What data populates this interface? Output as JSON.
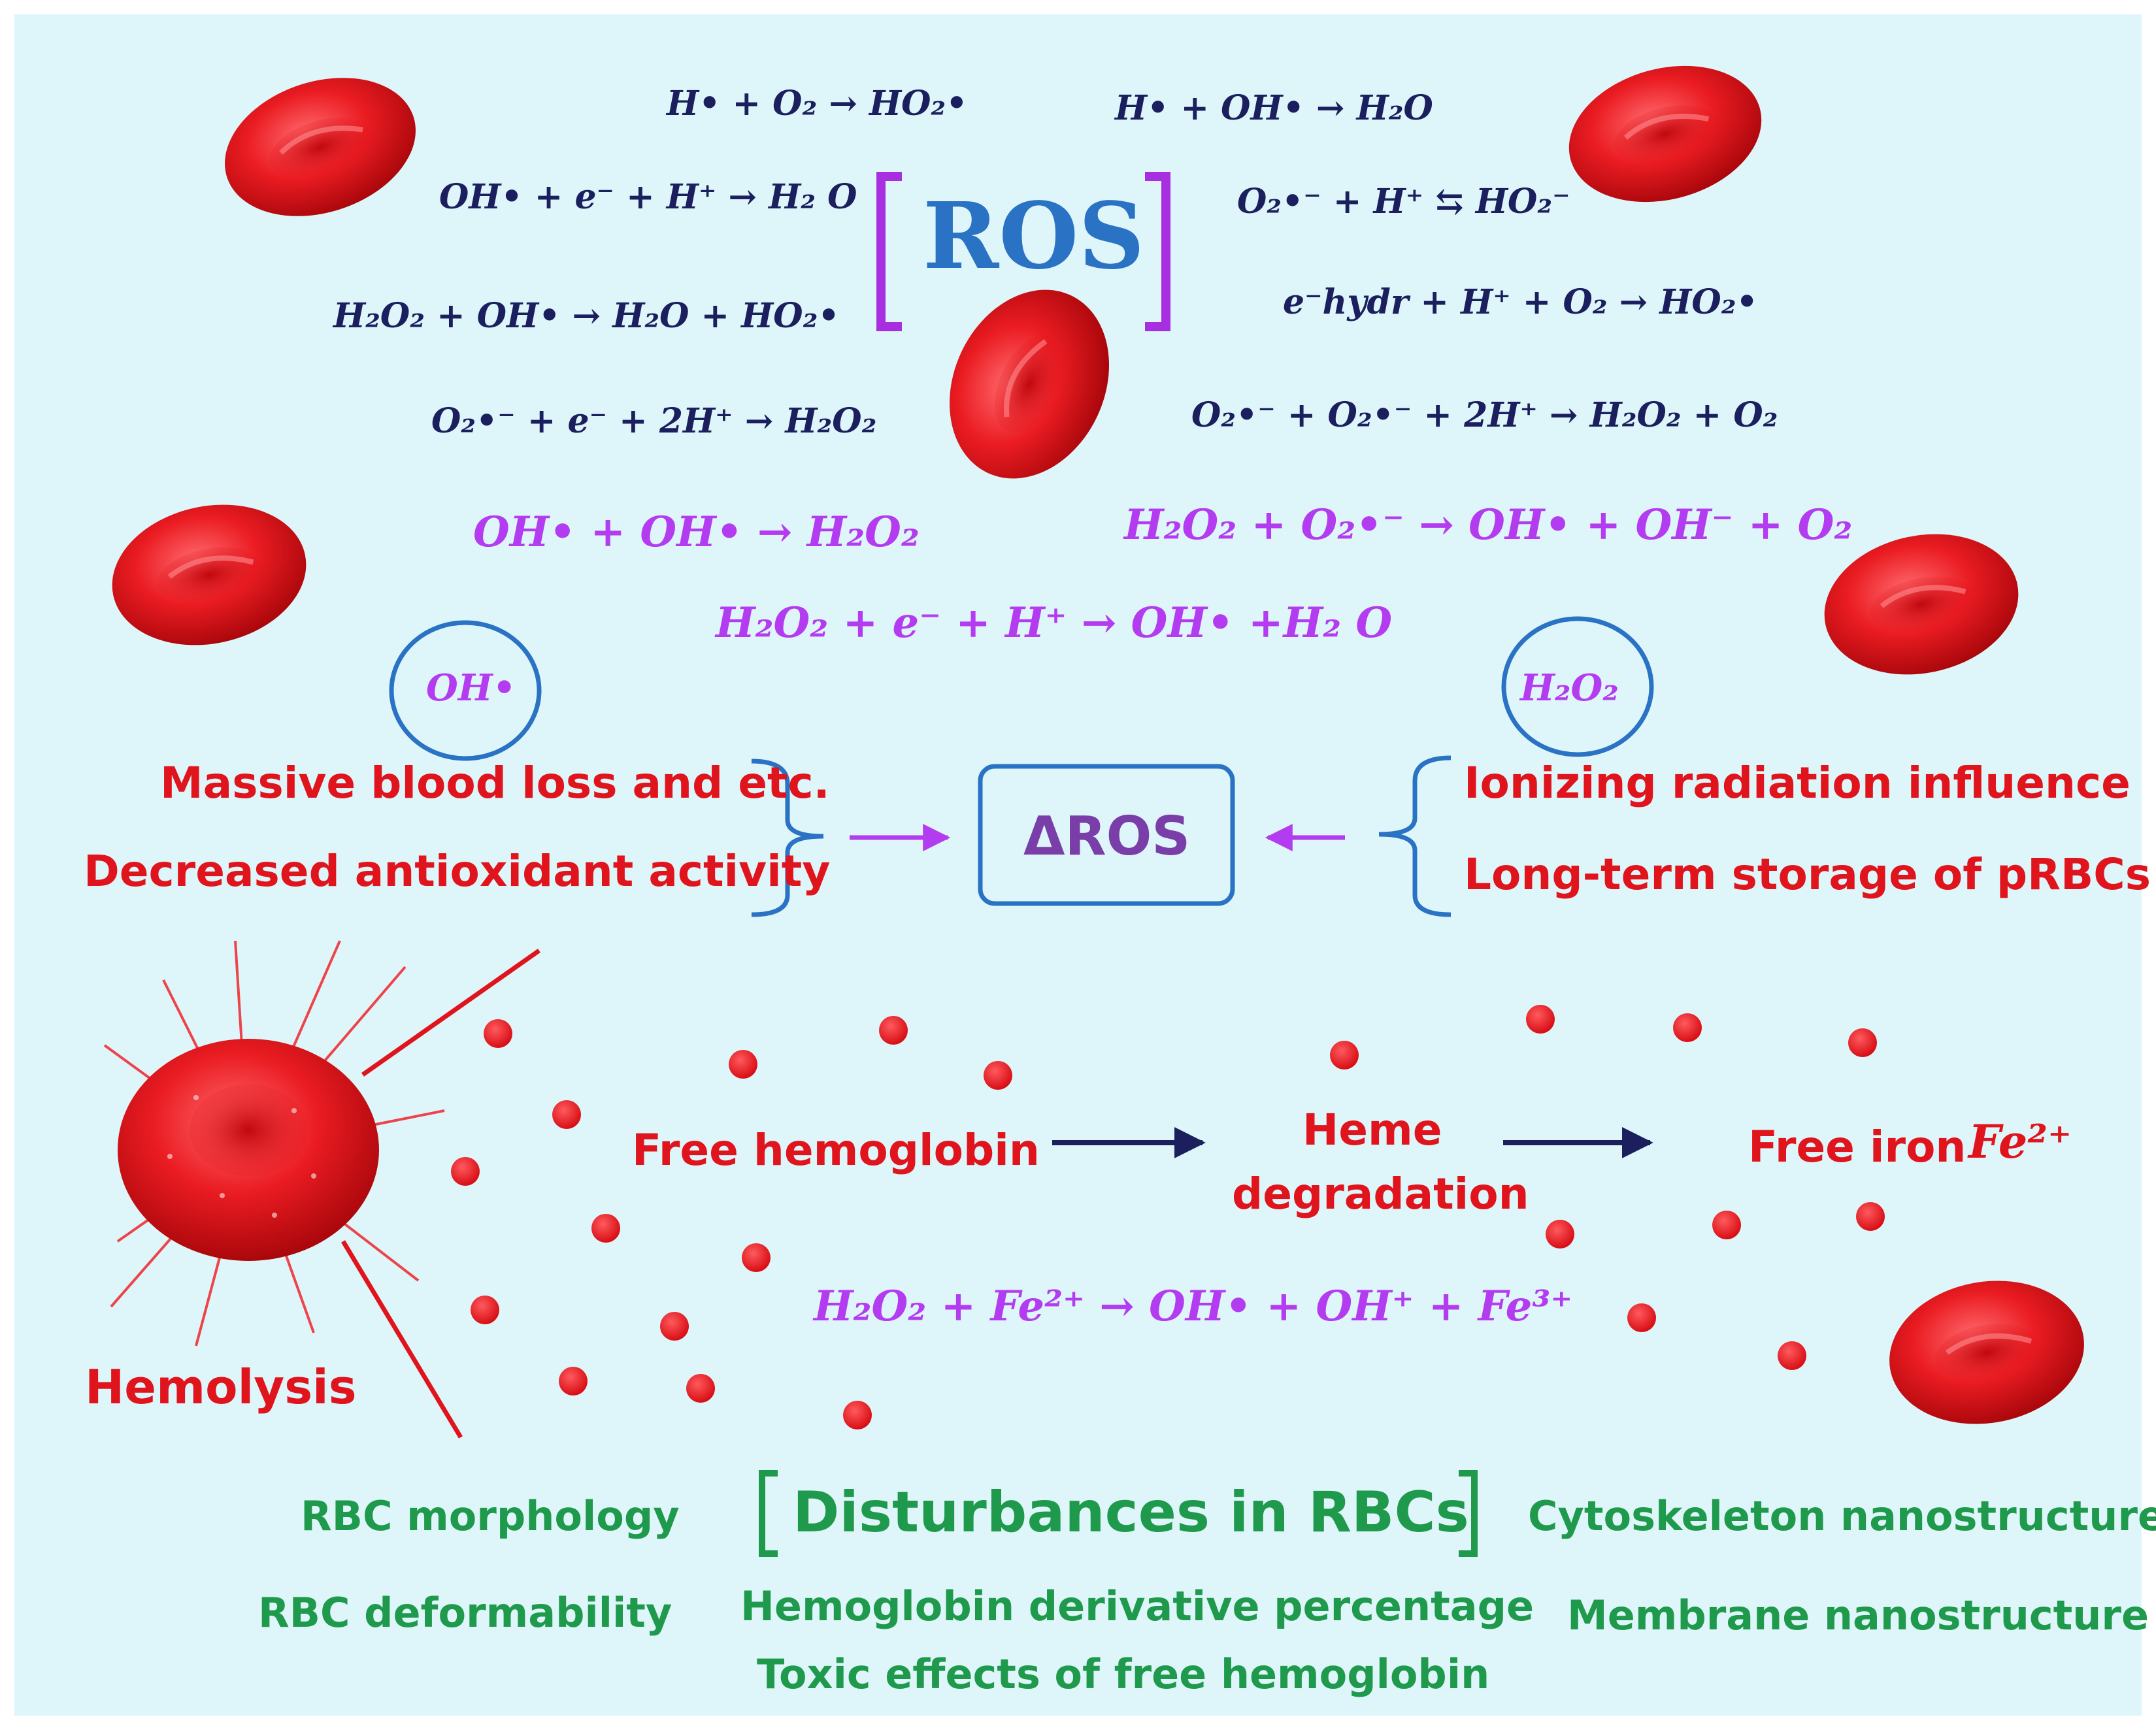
{
  "title": "ROS",
  "equations_dark": [
    "H• + O₂ → HO₂•",
    "H• + OH• → H₂O",
    "OH• + e⁻ + H⁺ →  H₂ O",
    "O₂•⁻ + H⁺ ⇆ HO₂⁻",
    "H₂O₂ + OH• → H₂O + HO₂•",
    "e⁻hydr + H⁺ + O₂ → HO₂•",
    "O₂•⁻ + e⁻ + 2H⁺ → H₂O₂",
    "O₂•⁻ + O₂•⁻ + 2H⁺ → H₂O₂ + O₂"
  ],
  "equations_magenta": [
    "OH• + OH• → H₂O₂",
    "H₂O₂ + O₂•⁻ → OH• + OH⁻ + O₂",
    "H₂O₂ + e⁻ + H⁺ → OH• +H₂ O",
    "H₂O₂ + Fe²⁺ → OH• + OH⁺ + Fe³⁺"
  ],
  "circle_labels": {
    "left": "OH•",
    "right": "H₂O₂"
  },
  "left_causes": [
    "Massive blood loss and etc.",
    "Decreased antioxidant activity"
  ],
  "right_causes": [
    "Ionizing radiation influence",
    "Long-term storage of pRBCs"
  ],
  "center_box": "ΔROS",
  "hemolysis_label": "Hemolysis",
  "chain": {
    "step1": "Free hemoglobin",
    "step2a": "Heme",
    "step2b": "degradation",
    "step3": "Free iron",
    "step3_formula": "Fe²⁺"
  },
  "disturbances_title": "Disturbances  in RBCs",
  "disturbances": {
    "left": [
      "RBC morphology",
      "RBC deformability"
    ],
    "center": [
      "Hemoglobin derivative percentage",
      "Toxic effects of free hemoglobin"
    ],
    "right": [
      "Cytoskeleton nanostructure",
      "Membrane nanostructure"
    ]
  },
  "colors": {
    "background": "#def5fa",
    "dark_navy": "#1b1f5e",
    "magenta": "#b43cf0",
    "purple_bracket": "#a82fe0",
    "blue_outline": "#2a72c4",
    "red_text": "#e0141c",
    "green_text": "#1f9a4c",
    "rbc_red": "#e8121a"
  }
}
